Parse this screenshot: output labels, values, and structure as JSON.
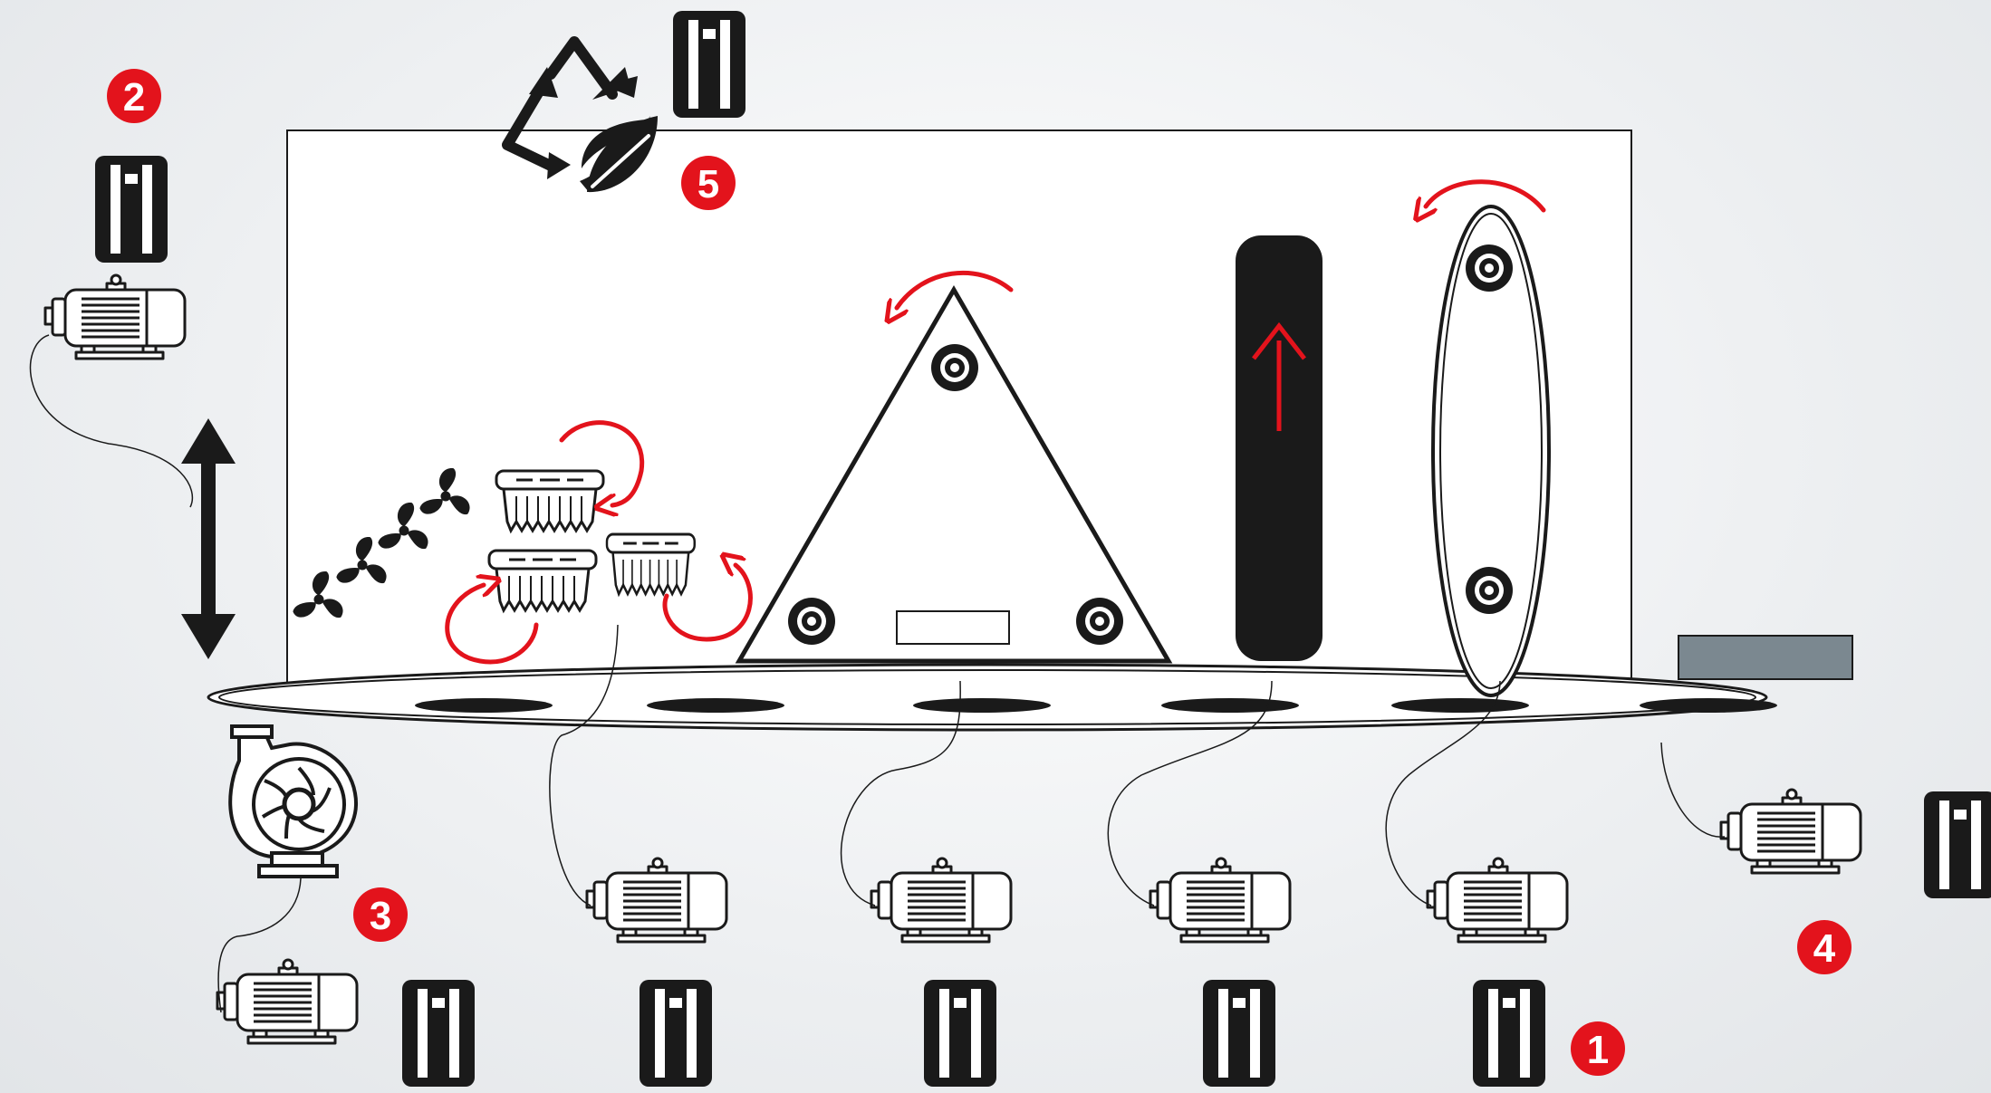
{
  "colors": {
    "accent_red": "#e3131c",
    "ink": "#1a1a1a",
    "panel_gray": "#7b8890",
    "background": "#eef0f2"
  },
  "badges": {
    "b1": "1",
    "b2": "2",
    "b3": "3",
    "b4": "4",
    "b5": "5"
  },
  "icons": {
    "drive": "vfd-drive-icon",
    "motor": "electric-motor-icon",
    "pump": "centrifugal-pump-icon",
    "brush": "wash-brush-icon",
    "fan": "blower-fan-icon",
    "recycle": "recycle-leaf-icon",
    "updown": "up-down-arrow-icon"
  }
}
